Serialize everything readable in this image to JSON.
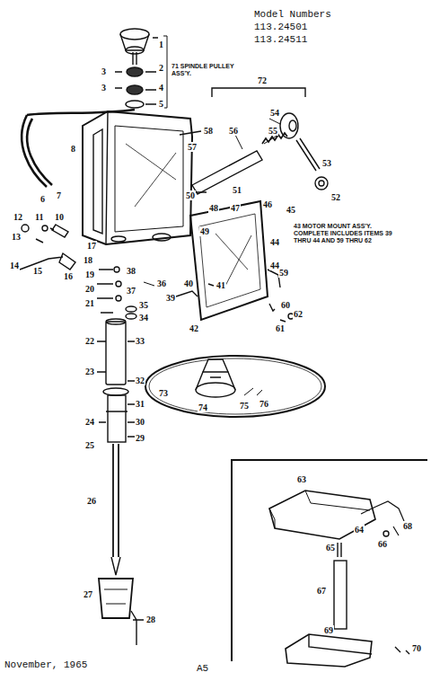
{
  "diagram": {
    "labels": [
      "Model Numbers",
      "113.24501",
      "113.24511",
      "71 SPINDLE PULLEY ASS'Y.",
      "43 MOTOR MOUNT ASS'Y. COMPLETE INCLUDES ITEMS 39 THRU 44 AND 59 THRU 62",
      "November, 1965",
      "A5",
      "1",
      "3",
      "2",
      "3",
      "4",
      "5",
      "6",
      "7",
      "8",
      "58",
      "57",
      "72",
      "54",
      "56",
      "55",
      "53",
      "52",
      "51",
      "50",
      "48",
      "47",
      "46",
      "45",
      "49",
      "44",
      "44",
      "12",
      "11",
      "10",
      "13",
      "14",
      "15",
      "16",
      "17",
      "18",
      "38",
      "36",
      "19",
      "37",
      "20",
      "35",
      "21",
      "34",
      "22",
      "33",
      "23",
      "32",
      "24",
      "31",
      "25",
      "30",
      "29",
      "26",
      "27",
      "28",
      "39",
      "40",
      "41",
      "42",
      "59",
      "60",
      "61",
      "62",
      "73",
      "74",
      "75",
      "76",
      "63",
      "65",
      "64",
      "66",
      "68",
      "67",
      "69",
      "70"
    ]
  }
}
